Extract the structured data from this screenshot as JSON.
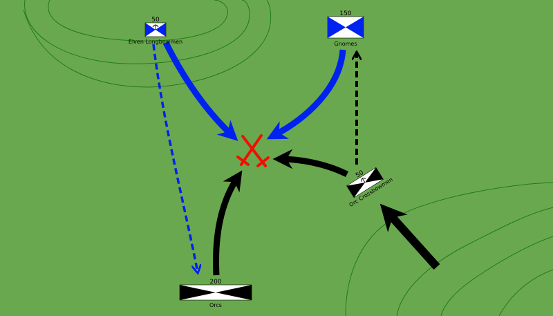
{
  "map": {
    "colors": {
      "terrain": "#6aa84f",
      "contour": "#1e7d12",
      "allied": "#0022ee",
      "enemy": "#000000",
      "battle": "#ee1100"
    },
    "units": [
      {
        "id": "elven-longbowmen",
        "label": "Elven Longbowmen",
        "strength": "50",
        "side": "allied",
        "type": "archers"
      },
      {
        "id": "gnomes",
        "label": "Gnomes",
        "strength": "150",
        "side": "allied",
        "type": "infantry"
      },
      {
        "id": "orc-crossbowmen",
        "label": "Orc Crossbowmen",
        "strength": "50",
        "side": "enemy",
        "type": "archers"
      },
      {
        "id": "orcs",
        "label": "Orcs",
        "strength": "200",
        "side": "enemy",
        "type": "infantry"
      }
    ],
    "battle_marker": "crossed-swords-icon"
  }
}
